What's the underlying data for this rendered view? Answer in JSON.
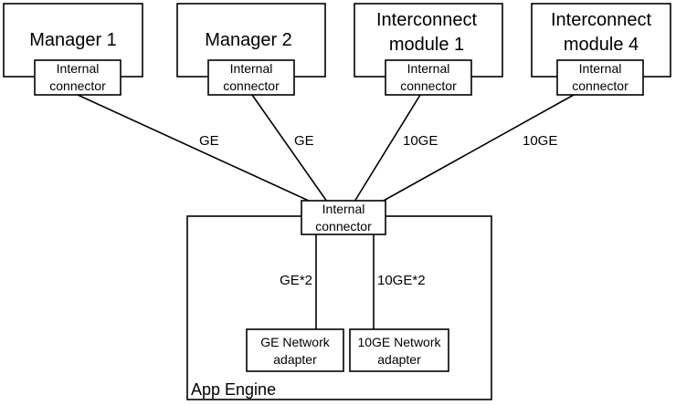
{
  "modules": [
    {
      "title_lines": [
        "Manager  1"
      ],
      "connector_lines": [
        "Internal",
        "connector"
      ]
    },
    {
      "title_lines": [
        "Manager  2"
      ],
      "connector_lines": [
        "Internal",
        "connector"
      ]
    },
    {
      "title_lines": [
        "Interconnect",
        "module  1"
      ],
      "connector_lines": [
        "Internal",
        "connector"
      ]
    },
    {
      "title_lines": [
        "Interconnect",
        "module 4"
      ],
      "connector_lines": [
        "Internal",
        "connector"
      ]
    }
  ],
  "links": [
    {
      "label": "GE"
    },
    {
      "label": "GE"
    },
    {
      "label": "10GE"
    },
    {
      "label": "10GE"
    }
  ],
  "app_engine": {
    "title": "App Engine",
    "connector_lines": [
      "Internal",
      "connector"
    ],
    "internal_links": [
      {
        "label": "GE*2"
      },
      {
        "label": "10GE*2"
      }
    ],
    "adapters": [
      {
        "lines": [
          "GE Network",
          "adapter"
        ]
      },
      {
        "lines": [
          "10GE Network",
          "adapter"
        ]
      }
    ]
  }
}
